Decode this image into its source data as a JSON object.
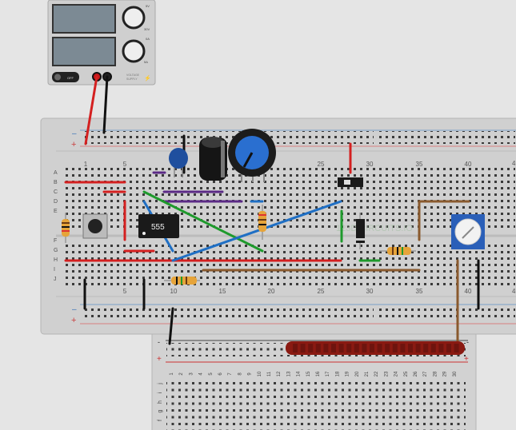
{
  "power_supply": {
    "switch_label": "OFF",
    "knob1_top": "5V",
    "knob1_bottom": "30V",
    "knob2_top": "0A",
    "knob2_bottom": "5A",
    "brand_line1": "VOLTAGE",
    "brand_line2": "SUPPLY"
  },
  "breadboard": {
    "column_labels": [
      "1",
      "5",
      "10",
      "15",
      "20",
      "25",
      "30",
      "35",
      "40"
    ],
    "top_column_labels": [
      "1",
      "5",
      "25",
      "30",
      "35",
      "40"
    ],
    "row_labels": [
      "A",
      "B",
      "C",
      "D",
      "E",
      "F",
      "G",
      "H",
      "I",
      "J"
    ],
    "rail_minus": "–",
    "rail_plus": "+",
    "edge_label_top": "4",
    "edge_label_bottom": "4"
  },
  "ic_label": "555",
  "watermark": "123D CIRCUITS.IO",
  "small_breadboard": {
    "rail_minus": "-",
    "rail_plus": "+",
    "column_numbers": [
      "1",
      "2",
      "3",
      "4",
      "5",
      "6",
      "7",
      "8",
      "9",
      "10",
      "11",
      "12",
      "13",
      "14",
      "15",
      "16",
      "17",
      "18",
      "19",
      "20",
      "21",
      "22",
      "23",
      "24",
      "25",
      "26",
      "27",
      "28",
      "29",
      "30"
    ],
    "row_labels": [
      "j",
      "i",
      "h",
      "g",
      "f"
    ]
  },
  "colors": {
    "red_wire": "#d42020",
    "blue_wire": "#1f6fc4",
    "green_wire": "#1e9a2c",
    "purple_wire": "#5b2a86",
    "brown_wire": "#8a5a2e",
    "black_wire": "#111111",
    "led_bar": "#8a1a12",
    "board": "#cfcfcf"
  }
}
